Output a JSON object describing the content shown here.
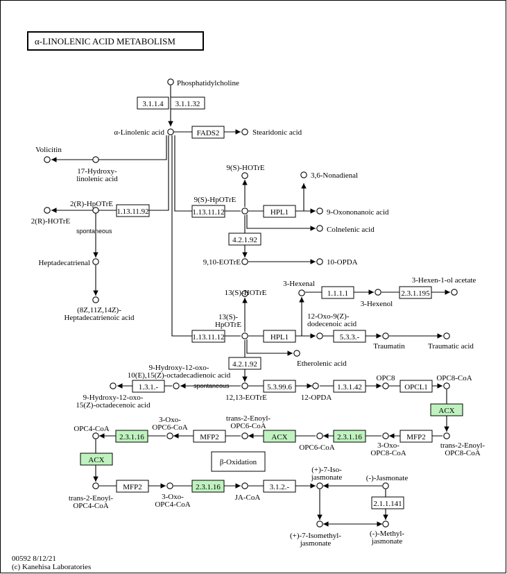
{
  "title": "α-LINOLENIC ACID METABOLISM",
  "beta_oxidation": "β-Oxidation",
  "footer": {
    "line1": "00592 8/12/21",
    "line2": "(c) Kanehisa Laboratories"
  },
  "colors": {
    "ortholog_fill": "#bff2bf",
    "line": "#000000",
    "background": "#ffffff"
  },
  "enzymes": [
    {
      "id": "ec-3-1-1-4",
      "label": "3.1.1.4",
      "highlight": false
    },
    {
      "id": "ec-3-1-1-32",
      "label": "3.1.1.32",
      "highlight": false
    },
    {
      "id": "ec-fads2",
      "label": "FADS2",
      "highlight": false
    },
    {
      "id": "ec-1-13-11-92",
      "label": "1.13.11.92",
      "highlight": false
    },
    {
      "id": "ec-1-13-11-12-a",
      "label": "1.13.11.12",
      "highlight": false
    },
    {
      "id": "ec-hpl1-a",
      "label": "HPL1",
      "highlight": false
    },
    {
      "id": "ec-4-2-1-92-a",
      "label": "4.2.1.92",
      "highlight": false
    },
    {
      "id": "ec-1-1-1-1",
      "label": "1.1.1.1",
      "highlight": false
    },
    {
      "id": "ec-2-3-1-195",
      "label": "2.3.1.195",
      "highlight": false
    },
    {
      "id": "ec-1-13-11-12-b",
      "label": "1.13.11.12",
      "highlight": false
    },
    {
      "id": "ec-hpl1-b",
      "label": "HPL1",
      "highlight": false
    },
    {
      "id": "ec-5-3-3",
      "label": "5.3.3.-",
      "highlight": false
    },
    {
      "id": "ec-4-2-1-92-b",
      "label": "4.2.1.92",
      "highlight": false
    },
    {
      "id": "ec-1-3-1",
      "label": "1.3.1.-",
      "highlight": false
    },
    {
      "id": "ec-5-3-99-6",
      "label": "5.3.99.6",
      "highlight": false
    },
    {
      "id": "ec-1-3-1-42",
      "label": "1.3.1.42",
      "highlight": false
    },
    {
      "id": "ec-opcl1",
      "label": "OPCL1",
      "highlight": false
    },
    {
      "id": "ec-acx-a",
      "label": "ACX",
      "highlight": true
    },
    {
      "id": "ec-mfp2-a",
      "label": "MFP2",
      "highlight": false
    },
    {
      "id": "ec-2-3-1-16-a",
      "label": "2.3.1.16",
      "highlight": true
    },
    {
      "id": "ec-acx-b",
      "label": "ACX",
      "highlight": true
    },
    {
      "id": "ec-mfp2-b",
      "label": "MFP2",
      "highlight": false
    },
    {
      "id": "ec-2-3-1-16-b",
      "label": "2.3.1.16",
      "highlight": true
    },
    {
      "id": "ec-acx-c",
      "label": "ACX",
      "highlight": true
    },
    {
      "id": "ec-mfp2-c",
      "label": "MFP2",
      "highlight": false
    },
    {
      "id": "ec-2-3-1-16-c",
      "label": "2.3.1.16",
      "highlight": true
    },
    {
      "id": "ec-3-1-2",
      "label": "3.1.2.-",
      "highlight": false
    },
    {
      "id": "ec-2-1-1-141",
      "label": "2.1.1.141",
      "highlight": false
    }
  ],
  "compounds": [
    {
      "id": "phosphatidylcholine",
      "lines": [
        "Phosphatidylcholine"
      ]
    },
    {
      "id": "alpha-linolenic-acid",
      "lines": [
        "α-Linolenic acid"
      ]
    },
    {
      "id": "stearidonic-acid",
      "lines": [
        "Stearidonic acid"
      ]
    },
    {
      "id": "volicitin",
      "lines": [
        "Volicitin"
      ]
    },
    {
      "id": "17-hydroxy-linolenic-acid",
      "lines": [
        "17-Hydroxy-",
        "linolenic acid"
      ]
    },
    {
      "id": "2r-hpotre",
      "lines": [
        "2(R)-HpOTrE"
      ]
    },
    {
      "id": "2r-hotre",
      "lines": [
        "2(R)-HOTrE"
      ]
    },
    {
      "id": "heptadecatrienal",
      "lines": [
        "Heptadecatrienal"
      ]
    },
    {
      "id": "heptadecatrienoic-acid",
      "lines": [
        "(8Z,11Z,14Z)-",
        "Heptadecatrienoic acid"
      ]
    },
    {
      "id": "9s-hotre",
      "lines": [
        "9(S)-HOTrE"
      ]
    },
    {
      "id": "3-6-nonadienal",
      "lines": [
        "3,6-Nonadienal"
      ]
    },
    {
      "id": "9s-hpotre",
      "lines": [
        "9(S)-HpOTrE"
      ]
    },
    {
      "id": "9-oxononanoic-acid",
      "lines": [
        "9-Oxononanoic acid"
      ]
    },
    {
      "id": "colnelenic-acid",
      "lines": [
        "Colnelenic acid"
      ]
    },
    {
      "id": "9-10-eotre",
      "lines": [
        "9,10-EOTrE"
      ]
    },
    {
      "id": "10-opda",
      "lines": [
        "10-OPDA"
      ]
    },
    {
      "id": "13s-hotre",
      "lines": [
        "13(S)-HOTrE"
      ]
    },
    {
      "id": "3-hexenal",
      "lines": [
        "3-Hexenal"
      ]
    },
    {
      "id": "3-hexenol",
      "lines": [
        "3-Hexenol"
      ]
    },
    {
      "id": "3-hexen-1-ol-acetate",
      "lines": [
        "3-Hexen-1-ol acetate"
      ]
    },
    {
      "id": "13s-hpotre",
      "lines": [
        "13(S)-",
        "HpOTrE"
      ]
    },
    {
      "id": "12-oxo-dodecenoic-acid",
      "lines": [
        "12-Oxo-9(Z)-",
        "dodecenoic acid"
      ]
    },
    {
      "id": "traumatin",
      "lines": [
        "Traumatin"
      ]
    },
    {
      "id": "traumatic-acid",
      "lines": [
        "Traumatic acid"
      ]
    },
    {
      "id": "etherolenic-acid",
      "lines": [
        "Etherolenic acid"
      ]
    },
    {
      "id": "9-hydroxy-12-oxo-octadecadienoic-acid",
      "lines": [
        "9-Hydroxy-12-oxo-",
        "10(E),15(Z)-octadecadienoic acid"
      ]
    },
    {
      "id": "9-hydroxy-12-oxo-octadecenoic-acid",
      "lines": [
        "9-Hydroxy-12-oxo-",
        "15(Z)-octadecenoic acid"
      ]
    },
    {
      "id": "12-13-eotre",
      "lines": [
        "12,13-EOTrE"
      ]
    },
    {
      "id": "12-opda",
      "lines": [
        "12-OPDA"
      ]
    },
    {
      "id": "opc8",
      "lines": [
        "OPC8"
      ]
    },
    {
      "id": "opc8-coa",
      "lines": [
        "OPC8-CoA"
      ]
    },
    {
      "id": "trans-2-enoyl-opc8-coa",
      "lines": [
        "trans-2-Enoyl-",
        "OPC8-CoA"
      ]
    },
    {
      "id": "3-oxo-opc8-coa",
      "lines": [
        "3-Oxo-",
        "OPC8-CoA"
      ]
    },
    {
      "id": "opc6-coa",
      "lines": [
        "OPC6-CoA"
      ]
    },
    {
      "id": "trans-2-enoyl-opc6-coa",
      "lines": [
        "trans-2-Enoyl-",
        "OPC6-CoA"
      ]
    },
    {
      "id": "3-oxo-opc6-coa",
      "lines": [
        "3-Oxo-",
        "OPC6-CoA"
      ]
    },
    {
      "id": "opc4-coa",
      "lines": [
        "OPC4-CoA"
      ]
    },
    {
      "id": "trans-2-enoyl-opc4-coa",
      "lines": [
        "trans-2-Enoyl-",
        "OPC4-CoA"
      ]
    },
    {
      "id": "3-oxo-opc4-coa",
      "lines": [
        "3-Oxo-",
        "OPC4-CoA"
      ]
    },
    {
      "id": "ja-coa",
      "lines": [
        "JA-CoA"
      ]
    },
    {
      "id": "7-iso-jasmonate",
      "lines": [
        "(+)-7-Iso-",
        "jasmonate"
      ]
    },
    {
      "id": "jasmonate",
      "lines": [
        "(-)-Jasmonate"
      ]
    },
    {
      "id": "7-isomethyl-jasmonate",
      "lines": [
        "(+)-7-Isomethyl-",
        "jasmonate"
      ]
    },
    {
      "id": "methyl-jasmonate",
      "lines": [
        "(-)-Methyl-",
        "jasmonate"
      ]
    }
  ],
  "spontaneous_labels": [
    "spontaneous",
    "spontaneous"
  ]
}
